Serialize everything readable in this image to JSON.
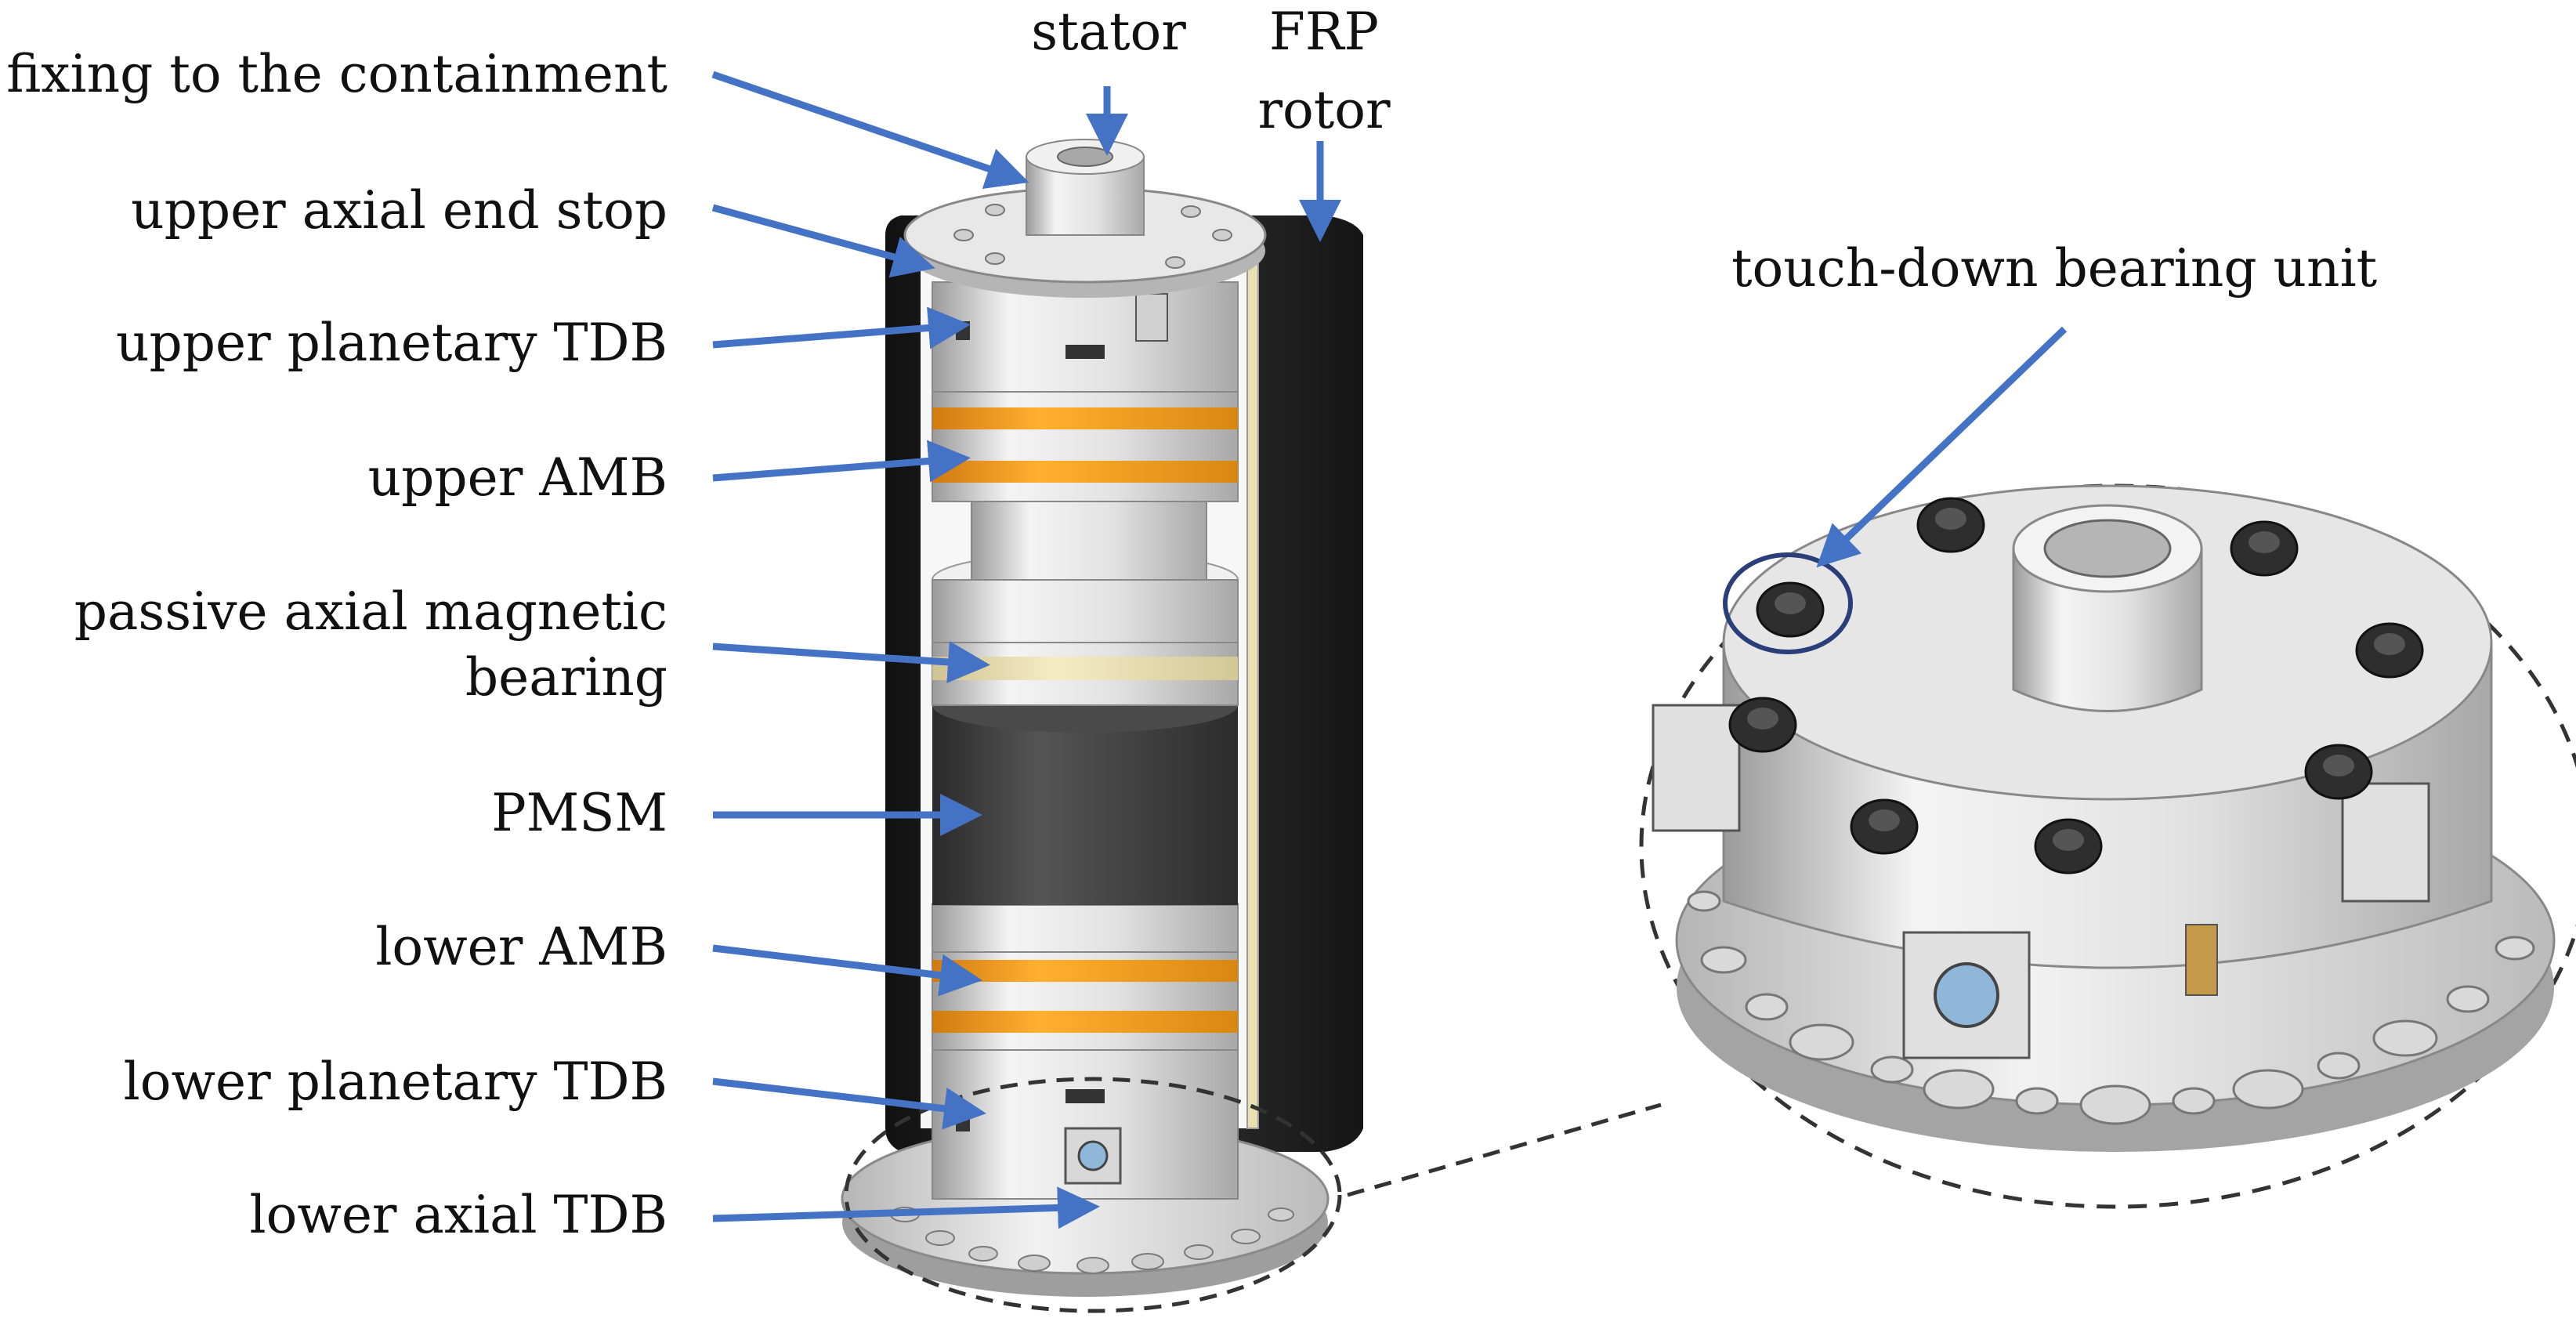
{
  "labels": {
    "fixing": "fixing to the containment",
    "upper_axial_end_stop": "upper axial end stop",
    "upper_planetary_tdb": "upper planetary TDB",
    "upper_amb": "upper AMB",
    "passive_axial_1": "passive axial magnetic",
    "passive_axial_2": "bearing",
    "pmsm": "PMSM",
    "lower_amb": "lower AMB",
    "lower_planetary_tdb": "lower planetary TDB",
    "lower_axial_tdb": "lower axial TDB",
    "stator": "stator",
    "frp_1": "FRP",
    "frp_2": "rotor",
    "touch_down_bearing_unit": "touch-down bearing unit"
  },
  "colors": {
    "arrow": "#4472c4",
    "amb_orange": "#f0a020",
    "rotor_black": "#1e1e1e",
    "metal_light": "#e9e9e9",
    "metal_mid": "#bdbdbd",
    "magnet_cream": "#f1e6b8",
    "pmsm_dark": "#3c3c3c"
  }
}
